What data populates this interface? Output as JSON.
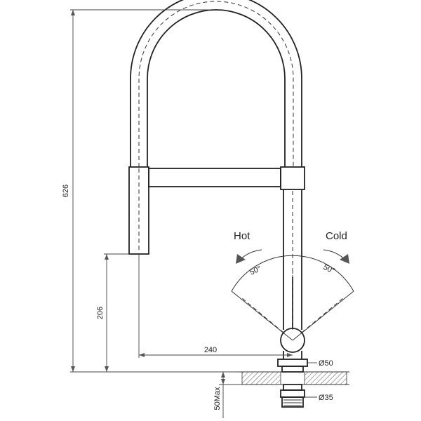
{
  "dimensions": {
    "total_height": "626",
    "spout_height": "206",
    "reach": "240",
    "base_diameter": "Ø50",
    "hole_diameter": "Ø35",
    "deck_thickness": "50Max"
  },
  "handle": {
    "hot_label": "Hot",
    "cold_label": "Cold",
    "hot_angle": "50°",
    "cold_angle": "50°"
  }
}
